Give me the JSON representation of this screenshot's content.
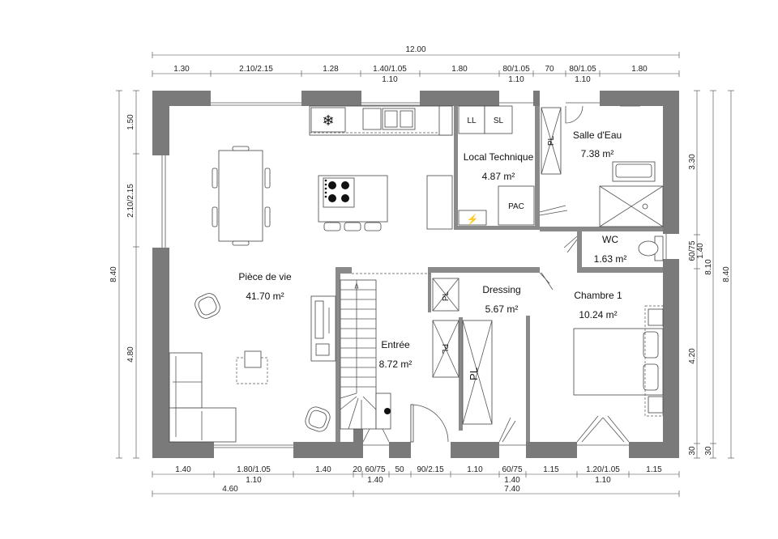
{
  "rooms": {
    "piece_de_vie": {
      "name": "Pièce de vie",
      "area": "41.70 m²"
    },
    "local_technique": {
      "name": "Local Technique",
      "area": "4.87 m²"
    },
    "salle_d_eau": {
      "name": "Salle d'Eau",
      "area": "7.38 m²"
    },
    "wc": {
      "name": "WC",
      "area": "1.63 m²"
    },
    "dressing": {
      "name": "Dressing",
      "area": "5.67 m²"
    },
    "chambre_1": {
      "name": "Chambre 1",
      "area": "10.24 m²"
    },
    "entree": {
      "name": "Entrée",
      "area": "8.72 m²"
    }
  },
  "fixtures": {
    "ll": "LL",
    "sl": "SL",
    "pac": "PAC",
    "pl": "PL",
    "freezer_symbol": "❄",
    "electric_symbol": "⚡"
  },
  "dims": {
    "top_total": "12.00",
    "top": [
      "1.30",
      "2.10/2.15",
      "1.28",
      "1.40/1.05",
      "1.80",
      "80/1.05",
      "70",
      "80/1.05",
      "1.80"
    ],
    "top_sub": [
      "1.10",
      "1.10",
      "1.10"
    ],
    "bottom": [
      "1.40",
      "1.80/1.05",
      "1.40",
      "20",
      "60/75",
      "50",
      "90/2.15",
      "1.10",
      "60/75",
      "1.15",
      "1.20/1.05",
      "1.15"
    ],
    "bottom_sub": [
      "1.10",
      "1.40",
      "1.40",
      "1.10"
    ],
    "bottom_total_left": "4.60",
    "bottom_total_right": "7.40",
    "left": [
      "1.50",
      "2.10/2.15",
      "4.80"
    ],
    "left_total": "8.40",
    "right": [
      "3.30",
      "60/75",
      "1.40",
      "4.20",
      "30"
    ],
    "right_inner_total": "8.10",
    "right_total": "8.40",
    "right_bottom_30": "30"
  }
}
